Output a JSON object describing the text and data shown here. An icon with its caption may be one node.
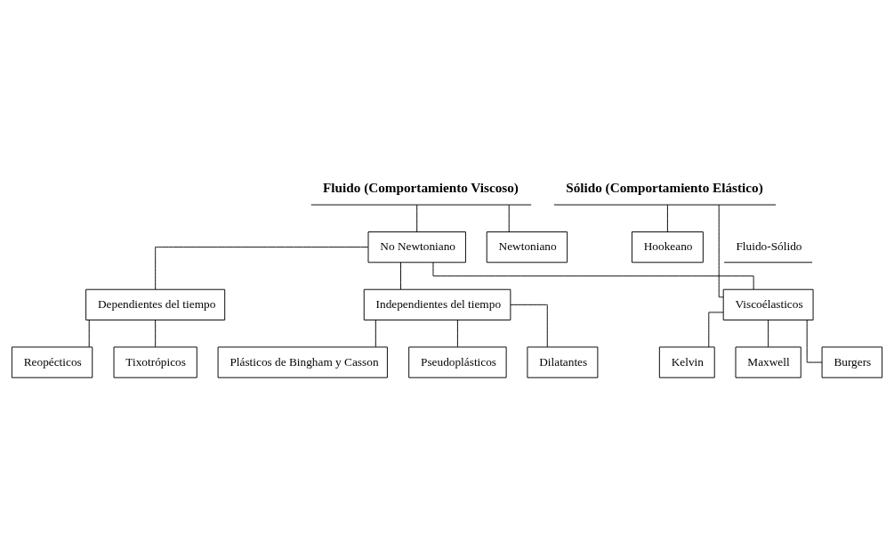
{
  "diagram": {
    "nodes": [
      {
        "text": [
          "Fluido (Comportamiento Viscoso)"
        ]
      },
      {
        "text": [
          "Sólido (Comportamiento Elástico)"
        ]
      },
      {
        "text": [
          "Newtoniano"
        ]
      },
      {
        "text": [
          "No Newtoniano"
        ]
      },
      {
        "text": [
          "Hookeano"
        ]
      },
      {
        "text": [
          "Dependientes del tiempo"
        ]
      },
      {
        "text": [
          "Reopécticos"
        ]
      },
      {
        "text": [
          "Tixotrópicos"
        ]
      },
      {
        "text": [
          "Viscoélasticos"
        ],
        "beside": [
          "Fluido-Sólido"
        ]
      },
      {
        "text": [
          "Maxwell"
        ]
      },
      {
        "text": [
          "Burgers"
        ]
      },
      {
        "text": [
          "Kelvin"
        ]
      },
      {
        "text": [
          "Independientes del tiempo"
        ]
      },
      {
        "text": [
          "Pseudoplásticos"
        ]
      },
      {
        "text": [
          "Dilatantes"
        ]
      },
      {
        "text": [
          "Plásticos de Bingham y Casson"
        ]
      }
    ],
    "edges": [
      {
        "from": 0,
        "to": 2,
        "arrow": "none"
      },
      {
        "from": 0,
        "to": 3,
        "arrow": "none"
      },
      {
        "from": 1,
        "to": 4,
        "arrow": "none"
      },
      {
        "from": 1,
        "to": 8,
        "arrow": "none"
      },
      {
        "from": 3,
        "to": 5,
        "arrow": "none"
      },
      {
        "from": 3,
        "to": 8,
        "arrow": "none"
      },
      {
        "from": 3,
        "to": 12,
        "arrow": "none"
      },
      {
        "from": 5,
        "to": 6,
        "arrow": "none"
      },
      {
        "from": 5,
        "to": 7,
        "arrow": "none"
      },
      {
        "from": 8,
        "to": 9,
        "arrow": "none"
      },
      {
        "from": 8,
        "to": 10,
        "arrow": "none"
      },
      {
        "from": 8,
        "to": 11,
        "arrow": "none"
      },
      {
        "from": 12,
        "to": 13,
        "arrow": "none"
      },
      {
        "from": 12,
        "to": 14,
        "arrow": "none"
      },
      {
        "from": 12,
        "to": 15,
        "arrow": "none"
      }
    ]
  }
}
